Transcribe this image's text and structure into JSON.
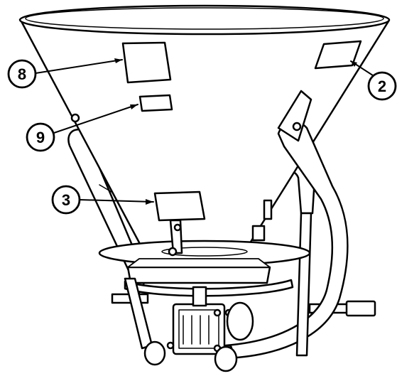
{
  "diagram": {
    "colors": {
      "line": "#000000",
      "fill": "#ffffff",
      "background": "#ffffff"
    },
    "callouts": [
      {
        "id": "8",
        "label": "8",
        "target": "decal-8"
      },
      {
        "id": "2",
        "label": "2",
        "target": "decal-2"
      },
      {
        "id": "9",
        "label": "9",
        "target": "decal-9"
      },
      {
        "id": "3",
        "label": "3",
        "target": "decal-3"
      }
    ]
  }
}
